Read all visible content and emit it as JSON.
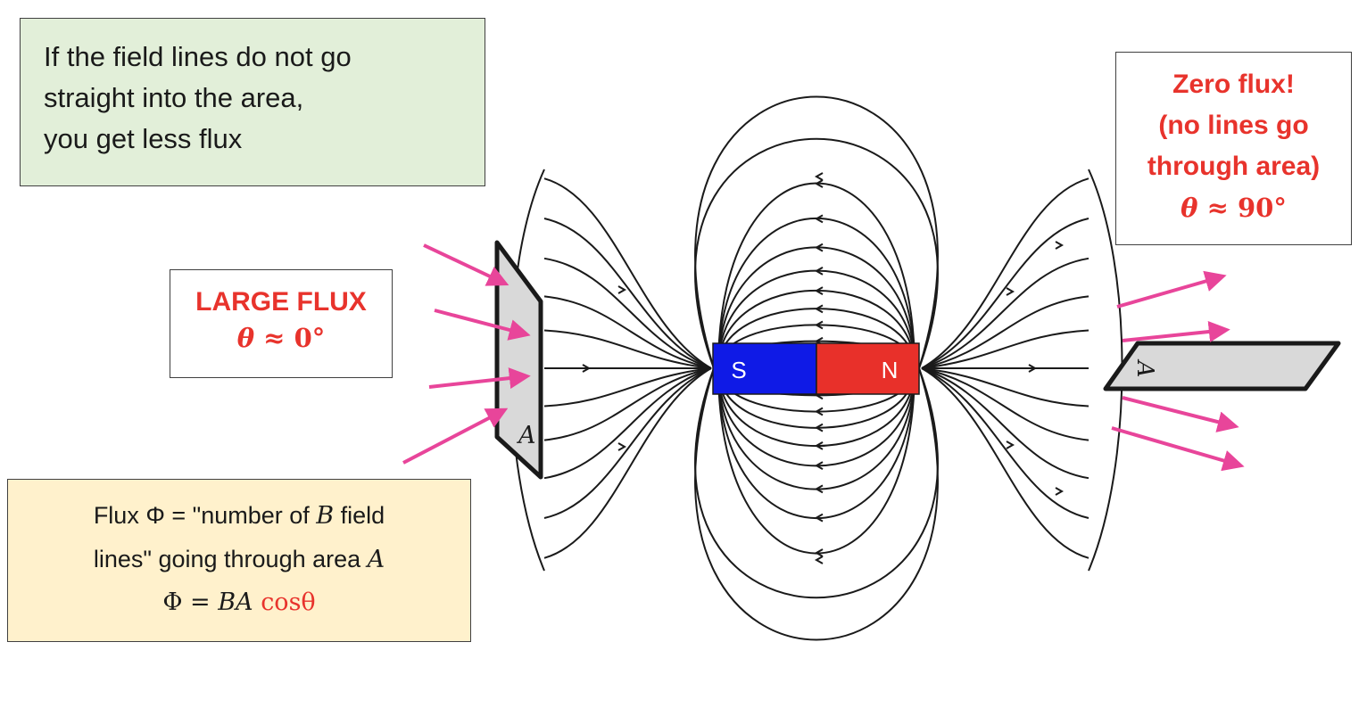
{
  "note_box": {
    "lines": [
      "If the field lines do not go",
      "straight into the area,",
      "you get less flux"
    ]
  },
  "large_flux_box": {
    "title": "LARGE FLUX",
    "theta": "θ",
    "relation": " ≈ 0°"
  },
  "zero_flux_box": {
    "line1": "Zero flux!",
    "line2": "(no lines go",
    "line3": "through area)",
    "theta": "θ",
    "relation": " ≈ 90°"
  },
  "flux_box": {
    "line1_pre": "Flux Φ = \"number of ",
    "line1_var": "B",
    "line1_post": " field",
    "line2_pre": "lines\" going through area ",
    "line2_var": "A",
    "eq_lhs": "Φ = ",
    "eq_var": "BA",
    "eq_cos": "cosθ"
  },
  "magnet": {
    "south_label": "S",
    "north_label": "N",
    "south_color": "#0f1ae6",
    "north_color": "#e8302a"
  },
  "plates": {
    "left_label": "A",
    "right_label": "A"
  },
  "colors": {
    "arrow": "#e8459a",
    "plate_fill": "#d9d9d9",
    "accent_red": "#e8332c"
  }
}
